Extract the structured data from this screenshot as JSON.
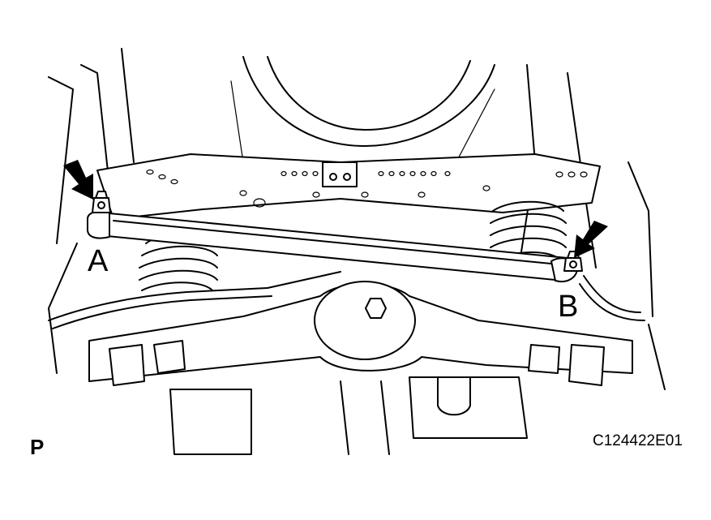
{
  "labels": {
    "callout_a": "A",
    "callout_b": "B",
    "view_letter": "P",
    "figure_code": "C124422E01"
  },
  "icons": [
    "arrow-icon",
    "arrow-icon"
  ],
  "colors": {
    "ink": "#000000",
    "paper": "#ffffff"
  }
}
